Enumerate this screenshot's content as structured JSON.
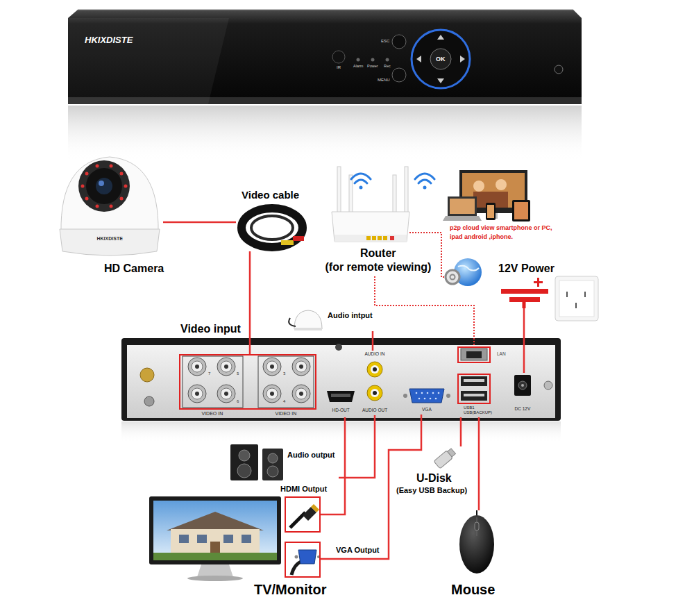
{
  "diagram": {
    "nodes": [
      {
        "text": [
          "HD Camera"
        ]
      },
      {
        "text": [
          "Video cable"
        ]
      },
      {
        "text": [
          "Router",
          "(for remote viewing)"
        ]
      },
      {
        "text": [
          "12V Power"
        ]
      },
      {
        "text": [
          "Audio intput"
        ]
      },
      {
        "text": [
          "Video input",
          "VIDEO IN",
          "VIDEO IN"
        ]
      },
      {
        "text": [
          "AUDIO IN"
        ]
      },
      {
        "text": [
          "AUDIO OUT"
        ]
      },
      {
        "text": [
          "HD-OUT"
        ]
      },
      {
        "text": [
          "VGA"
        ]
      },
      {
        "text": [
          "LAN"
        ]
      },
      {
        "text": [
          "USB1",
          "USB(BACKUP)"
        ]
      },
      {
        "text": [
          "DC 12V"
        ]
      },
      {
        "text": [
          "Audio output"
        ]
      },
      {
        "text": [
          "HDMI Output"
        ]
      },
      {
        "text": [
          "U-Disk",
          "(Easy USB Backup)"
        ]
      },
      {
        "text": [
          "VGA Output"
        ]
      },
      {
        "text": [
          "TV/Monitor"
        ]
      },
      {
        "text": [
          "Mouse"
        ]
      }
    ],
    "edges": [
      {
        "from": 0,
        "to": 1,
        "arrow": "none"
      },
      {
        "from": 1,
        "to": 5,
        "arrow": "none"
      },
      {
        "from": 4,
        "to": 6,
        "arrow": "none"
      },
      {
        "from": 2,
        "to": 10,
        "arrow": "none"
      },
      {
        "from": 3,
        "to": 12,
        "arrow": "none"
      },
      {
        "from": 7,
        "to": 13,
        "arrow": "none"
      },
      {
        "from": 8,
        "to": 14,
        "arrow": "none"
      },
      {
        "from": 9,
        "to": 16,
        "arrow": "none"
      },
      {
        "from": 11,
        "to": 15,
        "arrow": "none"
      },
      {
        "from": 11,
        "to": 18,
        "arrow": "none"
      }
    ],
    "labels": [
      "HKIXDISTE",
      "IR",
      "Alarm",
      "Power",
      "Rec",
      "ESC",
      "MENU",
      "OK",
      "HKIXDISTE",
      "p2p cloud view smartphone or PC, ipad android ,iphone.",
      "7",
      "5",
      "3",
      "6",
      "4"
    ]
  }
}
